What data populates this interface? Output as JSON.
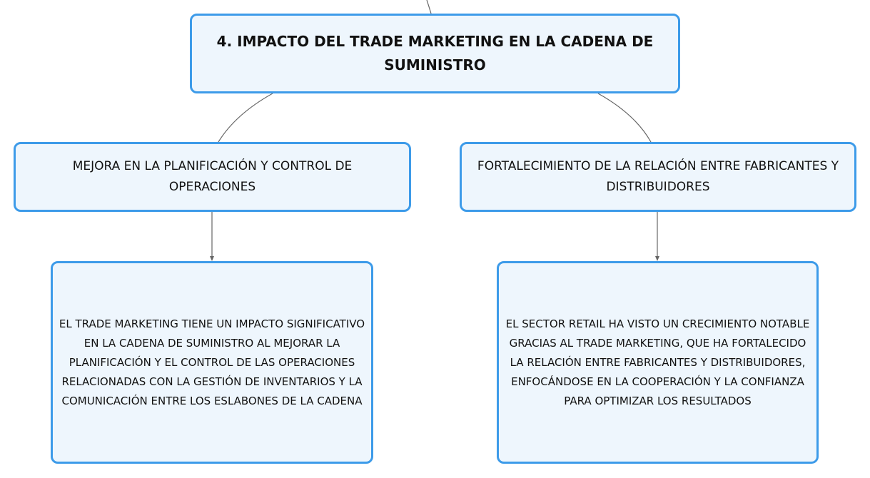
{
  "diagram": {
    "root": {
      "label": "4. IMPACTO DEL TRADE MARKETING EN LA CADENA DE SUMINISTRO"
    },
    "branches": [
      {
        "label": "MEJORA EN LA PLANIFICACIÓN Y CONTROL DE OPERACIONES",
        "detail": "EL TRADE MARKETING TIENE UN IMPACTO SIGNIFICATIVO EN LA CADENA DE SUMINISTRO AL MEJORAR LA PLANIFICACIÓN Y EL CONTROL DE LAS OPERACIONES RELACIONADAS CON LA GESTIÓN DE INVENTARIOS Y LA COMUNICACIÓN ENTRE LOS ESLABONES DE LA CADENA"
      },
      {
        "label": "FORTALECIMIENTO DE LA RELACIÓN ENTRE FABRICANTES Y DISTRIBUIDORES",
        "detail": "EL SECTOR RETAIL HA VISTO UN CRECIMIENTO NOTABLE GRACIAS AL TRADE MARKETING, QUE HA FORTALECIDO LA RELACIÓN ENTRE FABRICANTES Y DISTRIBUIDORES, ENFOCÁNDOSE EN LA COOPERACIÓN Y LA CONFIANZA PARA OPTIMIZAR LOS RESULTADOS"
      }
    ]
  },
  "colors": {
    "node_border": "#3d9be9",
    "node_fill": "#eef6fd",
    "connector": "#666666"
  }
}
